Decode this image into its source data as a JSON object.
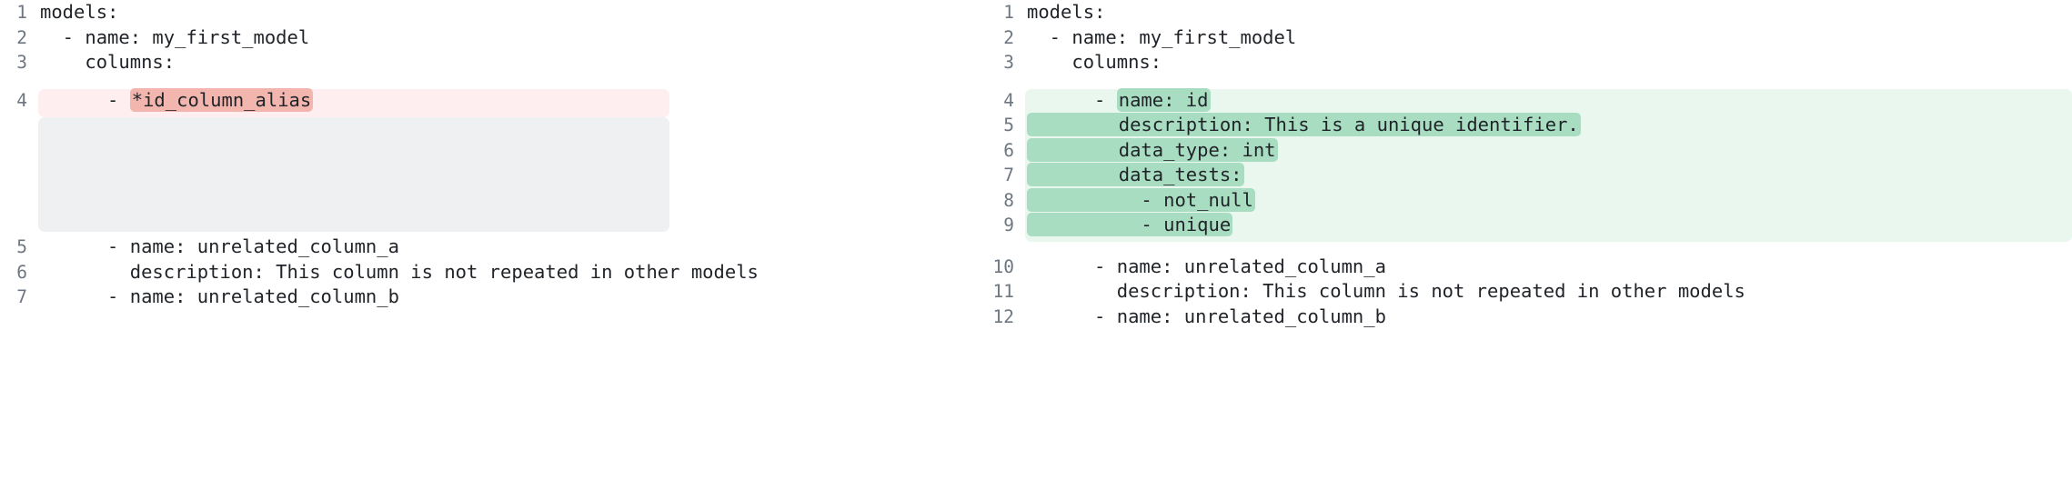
{
  "colors": {
    "text": "#1f2328",
    "line_number": "#6e7781",
    "removed_band": "#ffeef0",
    "removed_token": "#f3b6ae",
    "placeholder_band": "#eef0f1",
    "added_band": "#e9f7ef",
    "added_token": "#a9ddc2",
    "page_background": "#ffffff"
  },
  "left_panel": {
    "name": "before-yaml-snippet",
    "lines": [
      {
        "number": "1",
        "text": "models:",
        "highlight": "none"
      },
      {
        "number": "2",
        "text": "  - name: my_first_model",
        "highlight": "none"
      },
      {
        "number": "3",
        "text": "    columns:",
        "highlight": "none"
      },
      {
        "number": "4",
        "prefix": "      - ",
        "token": "*id_column_alias",
        "suffix": "",
        "highlight": "removed"
      },
      {
        "number": "5",
        "text": "      - name: unrelated_column_a",
        "highlight": "none"
      },
      {
        "number": "6",
        "text": "        description: This column is not repeated in other models",
        "highlight": "none"
      },
      {
        "number": "7",
        "text": "      - name: unrelated_column_b",
        "highlight": "none"
      }
    ]
  },
  "right_panel": {
    "name": "after-yaml-snippet",
    "lines": [
      {
        "number": "1",
        "text": "models:",
        "highlight": "none"
      },
      {
        "number": "2",
        "text": "  - name: my_first_model",
        "highlight": "none"
      },
      {
        "number": "3",
        "text": "    columns:",
        "highlight": "none"
      },
      {
        "number": "4",
        "prefix": "      - ",
        "token": "name: id",
        "suffix": "",
        "highlight": "added"
      },
      {
        "number": "5",
        "prefix": "",
        "token": "        description: This is a unique identifier.",
        "suffix": "",
        "highlight": "added"
      },
      {
        "number": "6",
        "prefix": "",
        "token": "        data_type: int",
        "suffix": "",
        "highlight": "added"
      },
      {
        "number": "7",
        "prefix": "",
        "token": "        data_tests:",
        "suffix": "",
        "highlight": "added"
      },
      {
        "number": "8",
        "prefix": "",
        "token": "          - not_null",
        "suffix": "",
        "highlight": "added"
      },
      {
        "number": "9",
        "prefix": "",
        "token": "          - unique",
        "suffix": "",
        "highlight": "added"
      },
      {
        "number": "10",
        "text": "      - name: unrelated_column_a",
        "highlight": "none"
      },
      {
        "number": "11",
        "text": "        description: This column is not repeated in other models",
        "highlight": "none"
      },
      {
        "number": "12",
        "text": "      - name: unrelated_column_b",
        "highlight": "none"
      }
    ]
  }
}
